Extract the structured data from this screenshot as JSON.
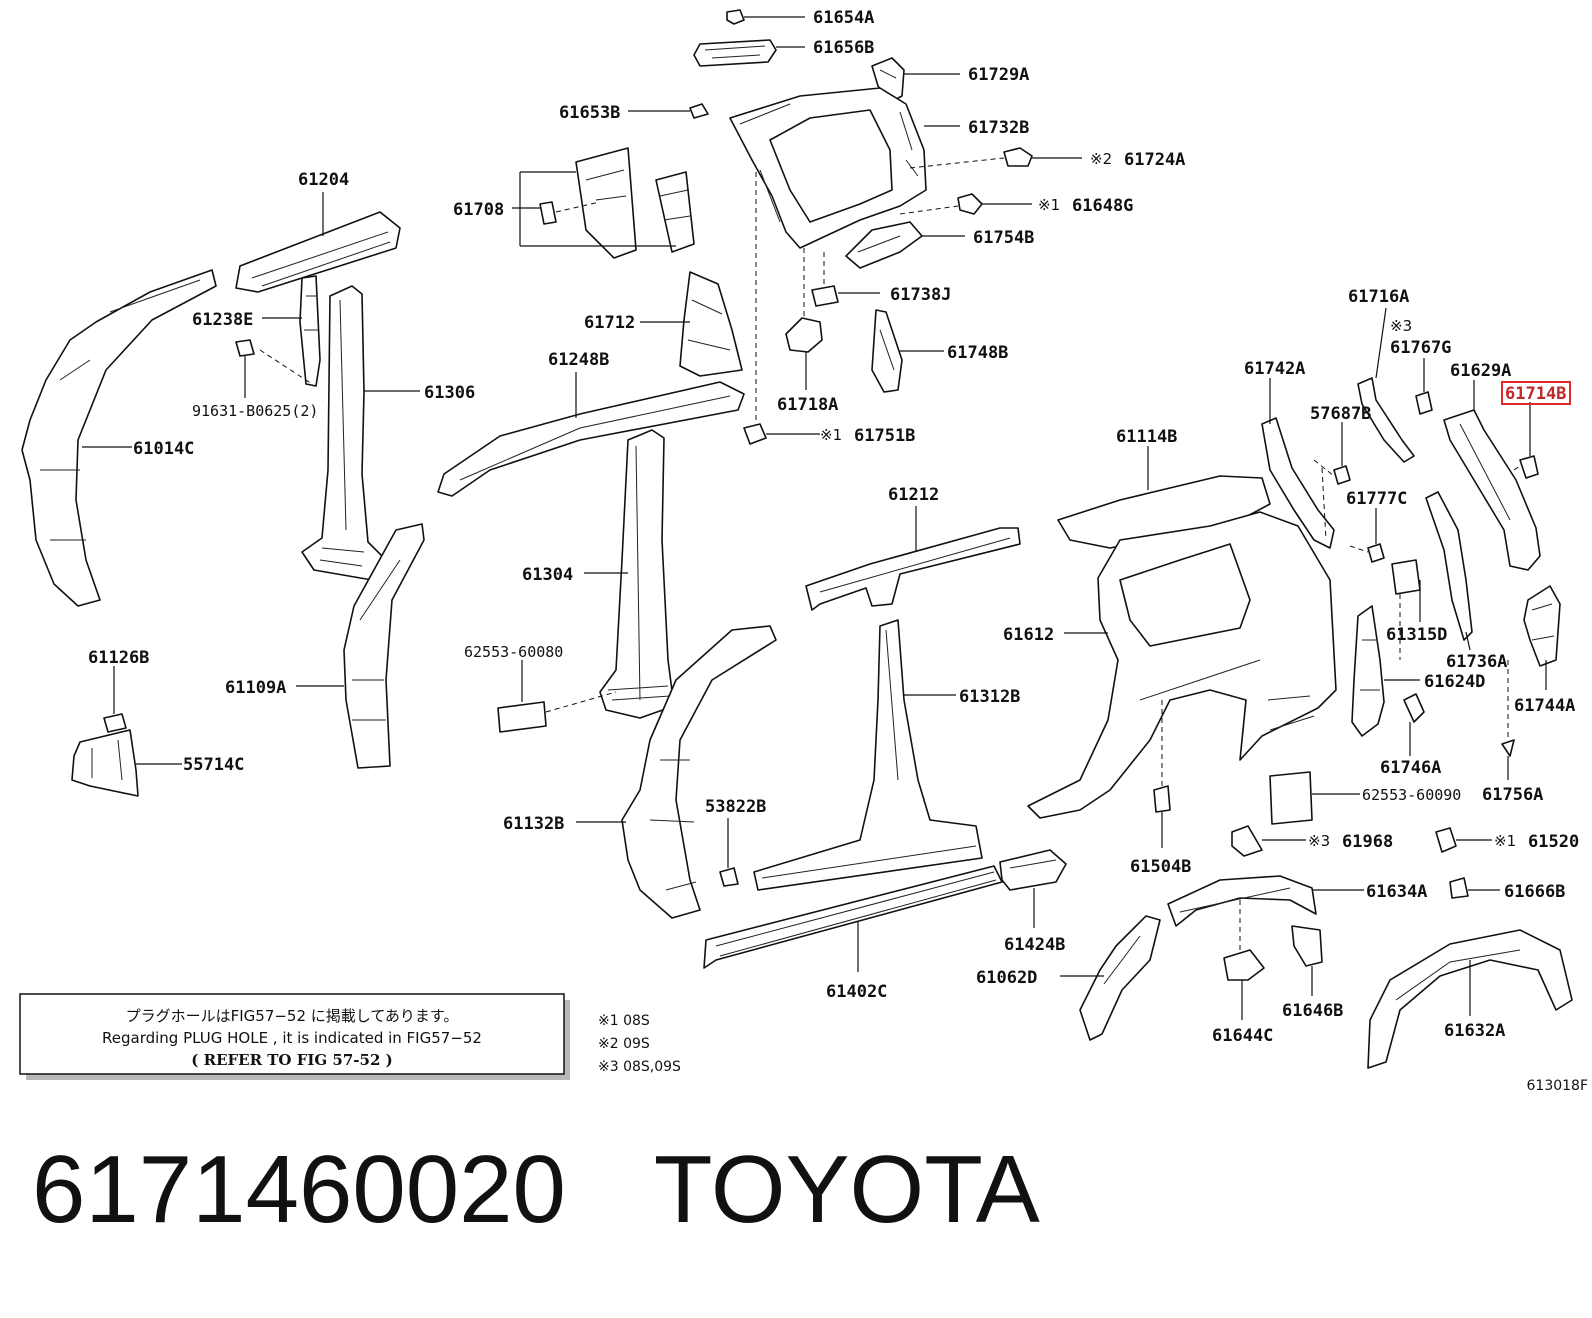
{
  "labels": {
    "l61654A": "61654A",
    "l61656B": "61656B",
    "l61729A": "61729A",
    "l61653B": "61653B",
    "l61732B": "61732B",
    "l61724A": "61724A",
    "l61648G": "61648G",
    "l61754B": "61754B",
    "l61738J": "61738J",
    "l61748B": "61748B",
    "l61718A": "61718A",
    "l61751B": "61751B",
    "l61204": "61204",
    "l61708": "61708",
    "l61712": "61712",
    "l61238E": "61238E",
    "l61248B": "61248B",
    "l91631": "91631-B0625(2)",
    "l61306": "61306",
    "l61014C": "61014C",
    "l61304": "61304",
    "l62553a": "62553-60080",
    "l61126B": "61126B",
    "l61109A": "61109A",
    "l55714C": "55714C",
    "l61212": "61212",
    "l61114B": "61114B",
    "l61612": "61612",
    "l61312B": "61312B",
    "l61132B": "61132B",
    "l53822B": "53822B",
    "l61402C": "61402C",
    "l61424B": "61424B",
    "l61062D": "61062D",
    "l61504B": "61504B",
    "l61742A": "61742A",
    "l61716A": "61716A",
    "l61767G": "61767G",
    "l61629A": "61629A",
    "l61714B": "61714B",
    "l57687B": "57687B",
    "l61777C": "61777C",
    "l61315D": "61315D",
    "l61736A": "61736A",
    "l61624D": "61624D",
    "l61744A": "61744A",
    "l61746A": "61746A",
    "l62553b": "62553-60090",
    "l61756A": "61756A",
    "l61968": "61968",
    "l61520": "61520",
    "l61634A": "61634A",
    "l61666B": "61666B",
    "l61646B": "61646B",
    "l61644C": "61644C",
    "l61632A": "61632A"
  },
  "marks": {
    "m1": "※1",
    "m2": "※2",
    "m3": "※3"
  },
  "note": {
    "line1": "プラグホールはFIG57−52 に掲載してあります。",
    "line2": "Regarding PLUG HOLE , it is indicated in FIG57−52",
    "line3": "(  REFER TO FIG 57-52  )"
  },
  "legend": {
    "r1": "※1 08S",
    "r2": "※2 09S",
    "r3": "※3 08S,09S"
  },
  "diagram_code": "613018F",
  "caption": {
    "part_number": "6171460020",
    "brand": "TOYOTA"
  },
  "colors": {
    "highlight": "#e0282c",
    "line": "#111111"
  }
}
